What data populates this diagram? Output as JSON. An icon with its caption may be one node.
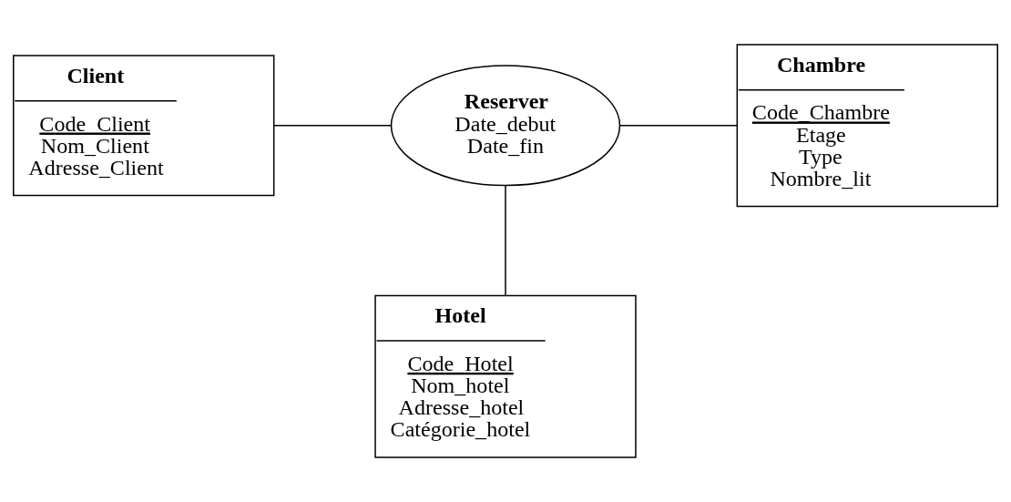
{
  "diagram": {
    "nodes": [
      {
        "text": [
          "Client",
          "Code_Client",
          "Nom_Client",
          "Adresse_Client"
        ]
      },
      {
        "text": [
          "Reserver",
          "Date_debut",
          "Date_fin"
        ]
      },
      {
        "text": [
          "Chambre",
          "Code_Chambre",
          "Etage",
          "Type",
          "Nombre_lit"
        ]
      },
      {
        "text": [
          "Hotel",
          "Code_Hotel",
          "Nom_hotel",
          "Adresse_hotel",
          "Catégorie_hotel"
        ]
      }
    ],
    "edges": [
      {
        "from": 0,
        "to": 1,
        "arrow": "none"
      },
      {
        "from": 1,
        "to": 2,
        "arrow": "none"
      },
      {
        "from": 1,
        "to": 3,
        "arrow": "none"
      }
    ]
  }
}
